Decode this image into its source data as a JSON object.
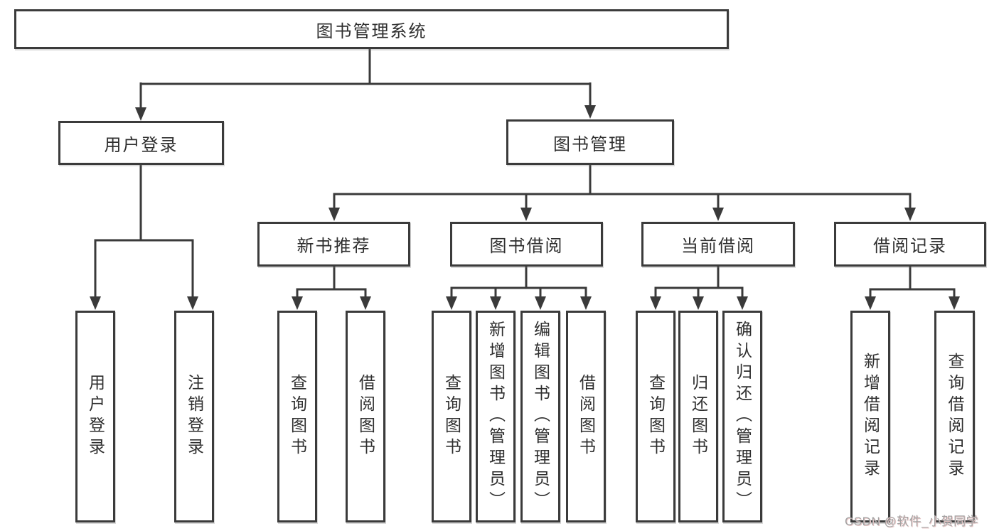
{
  "tree": {
    "root_label": "图书管理系统",
    "level1": [
      {
        "label": "用户登录",
        "leaves": [
          "用户登录",
          "注销登录"
        ]
      },
      {
        "label": "图书管理",
        "groups": [
          {
            "label": "新书推荐",
            "leaves": [
              "查询图书",
              "借阅图书"
            ]
          },
          {
            "label": "图书借阅",
            "leaves": [
              "查询图书",
              "新增图书（管理员）",
              "编辑图书（管理员）",
              "借阅图书"
            ]
          },
          {
            "label": "当前借阅",
            "leaves": [
              "查询图书",
              "归还图书",
              "确认归还（管理员）"
            ]
          },
          {
            "label": "借阅记录",
            "leaves": [
              "新增借阅记录",
              "查询借阅记录"
            ]
          }
        ]
      }
    ]
  },
  "watermark": {
    "text": "CSDN @软件_小贺同学"
  },
  "colors": {
    "line": "#3a3a3a",
    "box_border": "#3b3b3b",
    "text": "#2f2f2f",
    "watermark": "#a3a3a3",
    "background": "#ffffff"
  }
}
